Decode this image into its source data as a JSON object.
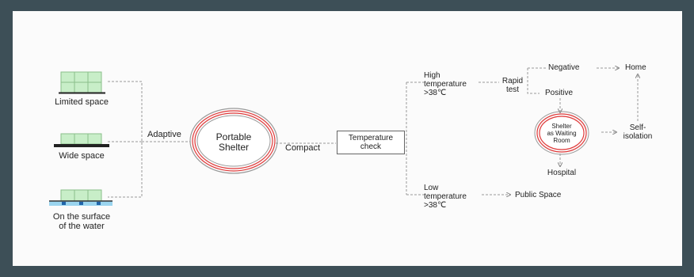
{
  "sites": {
    "limited": "Limited space",
    "wide": "Wide space",
    "water_line1": "On the surface",
    "water_line2": "of the water"
  },
  "adaptive": "Adaptive",
  "portable_line1": "Portable",
  "portable_line2": "Shelter",
  "compact": "Compact",
  "temp_check_line1": "Temperature",
  "temp_check_line2": "check",
  "high_temp": {
    "line1": "High",
    "line2": "temperature",
    "line3": ">38℃"
  },
  "low_temp": {
    "line1": "Low",
    "line2": "temperature",
    "line3": ">38℃"
  },
  "rapid_test": {
    "line1": "Rapid",
    "line2": "test"
  },
  "negative": "Negative",
  "positive": "Positive",
  "home": "Home",
  "shelter_room": {
    "line1": "Shelter",
    "line2": "as Waiting",
    "line3": "Room"
  },
  "self_isolation": {
    "line1": "Self-",
    "line2": "isolation"
  },
  "hospital": "Hospital",
  "public_space": "Public Space",
  "colors": {
    "frame": "#3d4f57",
    "circle_outer": "#e03a3a",
    "circle_gray": "#9a9a9a",
    "module_fill": "#c8eec8",
    "module_stroke": "#8abf8a",
    "water": "#9ad4ee"
  }
}
